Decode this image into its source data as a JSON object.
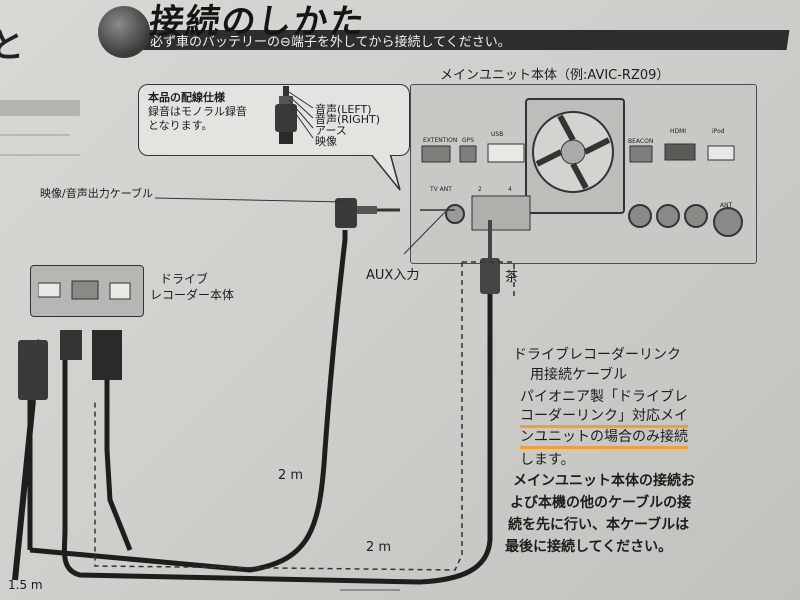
{
  "heading": {
    "title": "接続のしかた",
    "subtitle": "必ず車のバッテリーの⊖端子を外してから接続してください。",
    "left_fragment": "と"
  },
  "spec_box": {
    "title": "本品の配線仕様",
    "note_line1": "録音はモノラル録音",
    "note_line2": "となります。",
    "labels": [
      "音声(LEFT)",
      "音声(RIGHT)",
      "アース",
      "映像"
    ]
  },
  "main_unit": {
    "title": "メインユニット本体（例:AVIC-RZ09）",
    "ports": [
      "EXTENTION",
      "GPS",
      "USB",
      "BEACON",
      "HDMI",
      "iPod",
      "TV ANT",
      "2",
      "4",
      "ANT"
    ]
  },
  "cable_label": "映像/音声出力ケーブル",
  "aux_label": "AUX入力",
  "brown_label": "茶",
  "recorder": {
    "line1": "ドライブ",
    "line2": "レコーダー本体"
  },
  "link_cable": {
    "line1": "ドライブレコーダーリンク",
    "line2": "用接続ケーブル"
  },
  "pioneer_note": {
    "line1": "パイオニア製「ドライブレ",
    "line2": "コーダーリンク」対応メイ",
    "line3": "ンユニットの場合のみ接続",
    "line4": "します。"
  },
  "bold_note": {
    "line1": "メインユニット本体の接続お",
    "line2": "よび本機の他のケーブルの接",
    "line3": "続を先に行い、本ケーブルは",
    "line4": "最後に接続してください。"
  },
  "lengths": {
    "a": "2 m",
    "b": "2 m",
    "c": "1.5 m"
  },
  "colors": {
    "highlight": "#f0a030",
    "ink": "#1d1d1d"
  }
}
